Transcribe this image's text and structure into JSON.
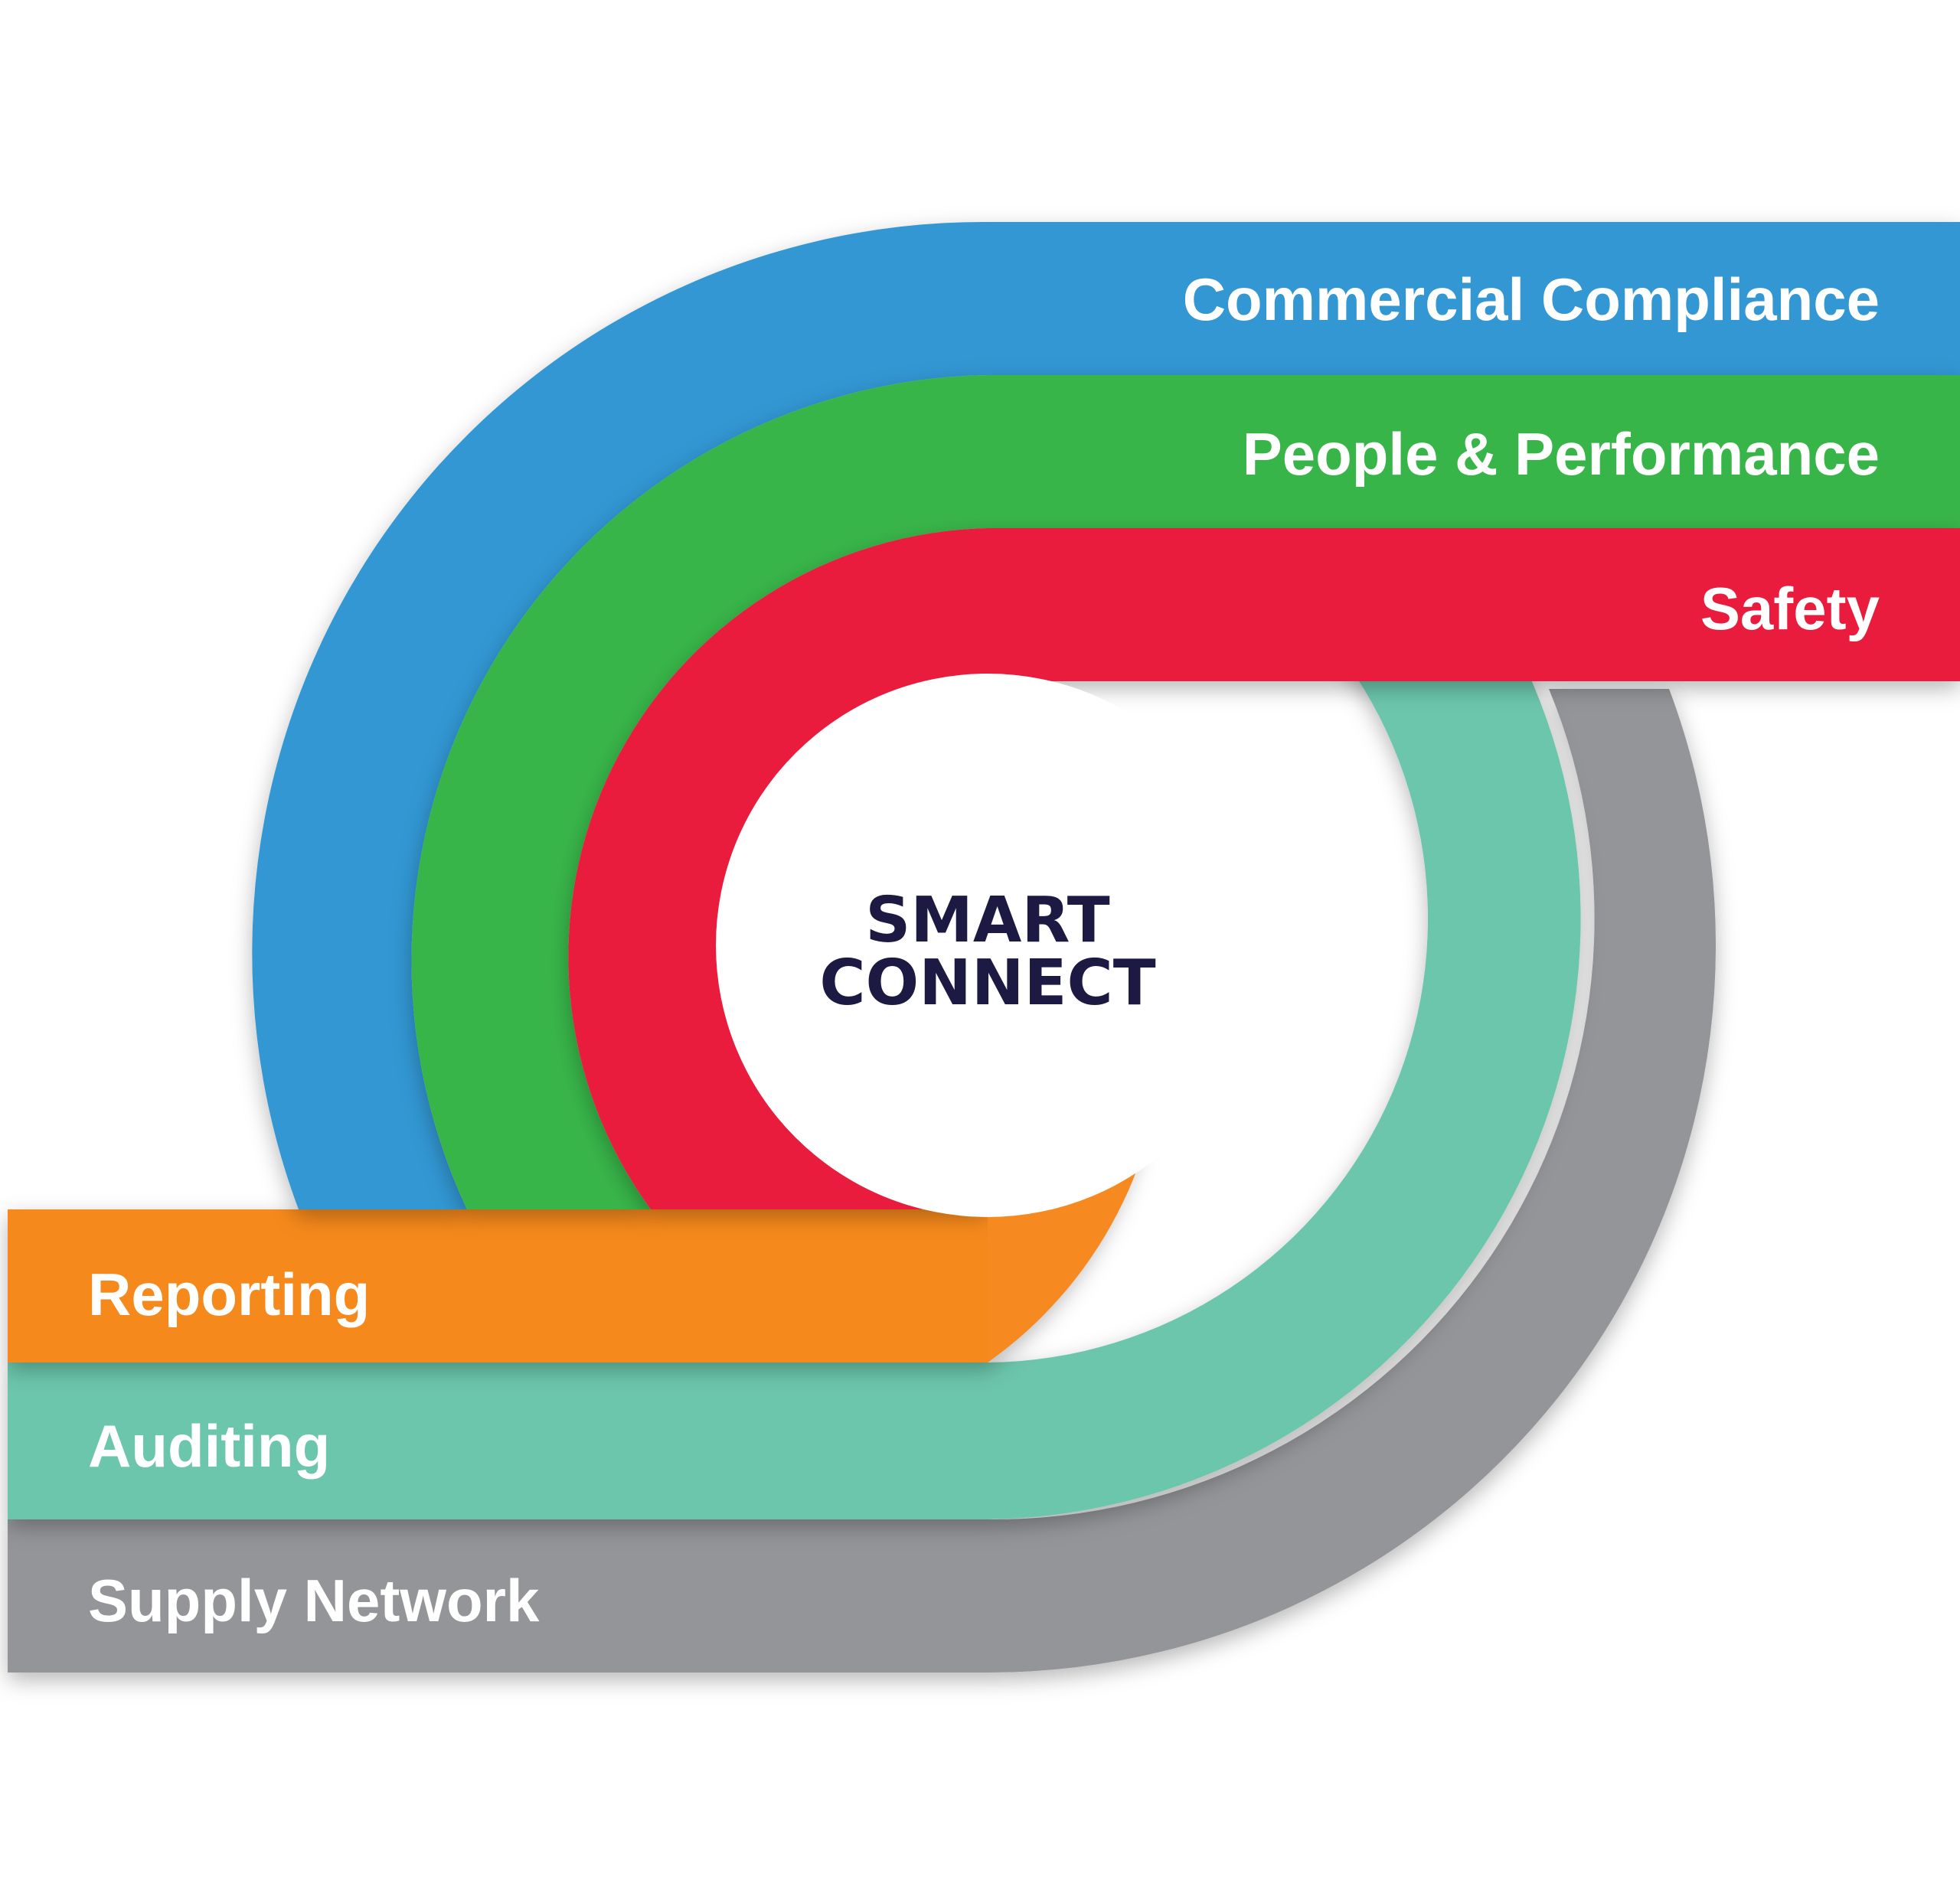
{
  "logo": {
    "line1": "SMART",
    "line2": "CONNECT",
    "text_color": "#1c1a43"
  },
  "upper_bands": [
    {
      "label": "Commercial Compliance",
      "color": "#3197d3"
    },
    {
      "label": "People & Performance",
      "color": "#39b54a"
    },
    {
      "label": "Safety",
      "color": "#e91b3e"
    }
  ],
  "lower_bands": [
    {
      "label": "Reporting",
      "color": "#f6891f"
    },
    {
      "label": "Auditing",
      "color": "#6cc6ab"
    },
    {
      "label": "Supply Network",
      "color": "#939598"
    }
  ]
}
